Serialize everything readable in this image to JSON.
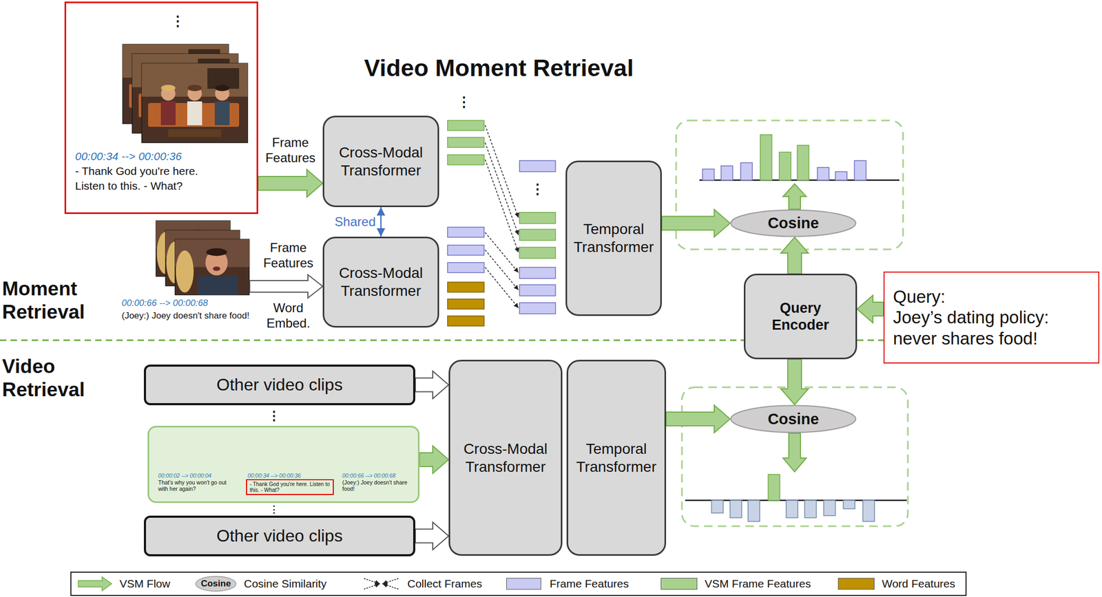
{
  "diagram": {
    "title": "Video Moment Retrieval",
    "nodes": [
      {
        "text": [
          "00:00:34 --> 00:00:36",
          "- Thank God you're here. Listen to this. - What?"
        ]
      },
      {
        "text": [
          "Cross-Modal Transformer"
        ]
      },
      {
        "text": [
          "Cross-Modal Transformer"
        ]
      },
      {
        "text": [
          "Temporal Transformer"
        ]
      },
      {
        "text": [
          "Cosine"
        ]
      },
      {
        "text": [
          "Query Encoder"
        ]
      },
      {
        "text": [
          "Query:",
          "Joey’s dating policy: never shares food!"
        ]
      },
      {
        "text": [
          "Other video clips"
        ]
      },
      {
        "text": [
          "00:00:02 --> 00:00:04",
          "That's why you won't go out with her again?",
          "00:00:34 --> 00:00:36",
          "00:00:66 --> 00:00:68",
          "(Joey:) Joey doesn't share food!"
        ]
      },
      {
        "text": [
          "- Thank God you're here. Listen to this. - What?"
        ],
        "in": 8
      },
      {
        "text": [
          "Other video clips"
        ]
      },
      {
        "text": [
          "Cross-Modal Transformer"
        ]
      },
      {
        "text": [
          "Temporal Transformer"
        ]
      },
      {
        "text": [
          "Cosine"
        ]
      }
    ],
    "edges": [
      {
        "from": 0,
        "to": 1,
        "arrow": "to",
        "label": "Frame Features"
      },
      {
        "from": 1,
        "to": 2,
        "arrow": "both",
        "label": "Shared"
      },
      {
        "from": 3,
        "to": 4,
        "arrow": "to"
      },
      {
        "from": 5,
        "to": 4,
        "arrow": "to"
      },
      {
        "from": 6,
        "to": 5,
        "arrow": "to"
      },
      {
        "from": 5,
        "to": 13,
        "arrow": "to"
      },
      {
        "from": 7,
        "to": 11,
        "arrow": "to"
      },
      {
        "from": 8,
        "to": 11,
        "arrow": "to"
      },
      {
        "from": 10,
        "to": 11,
        "arrow": "to"
      },
      {
        "from": 12,
        "to": 13,
        "arrow": "to"
      }
    ],
    "labels": [
      "⋮",
      "⋮",
      "⋮",
      "⋮",
      "⋮",
      "Frame Features",
      "Word Embed.",
      "00:00:66 --> 00:00:68",
      "(Joey:) Joey doesn't share food!",
      "Moment Retrieval",
      "Video Retrieval",
      "Cosine"
    ],
    "legend": [
      {
        "text": "VSM Flow"
      },
      {
        "text": "Cosine Similarity"
      },
      {
        "text": "Collect Frames"
      },
      {
        "text": "Frame Features",
        "color": "#c9cbf4"
      },
      {
        "text": "VSM Frame Features",
        "color": "#a9d18e"
      },
      {
        "text": "Word Features",
        "color": "#bf9000"
      }
    ]
  }
}
